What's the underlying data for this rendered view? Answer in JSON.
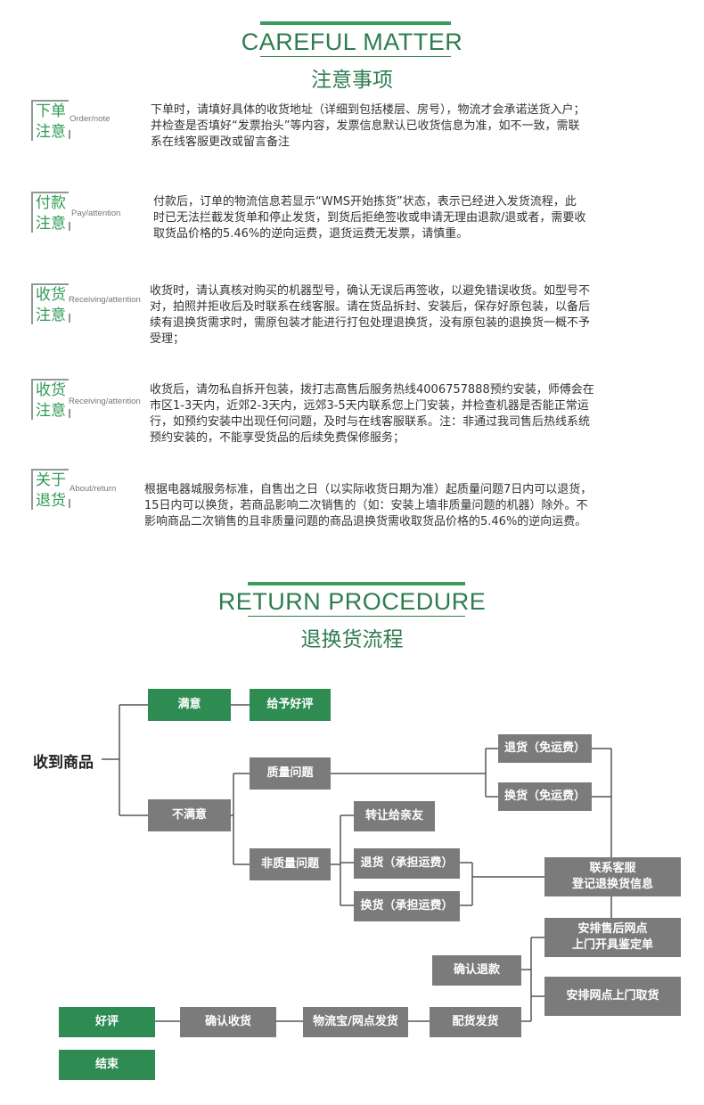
{
  "careful": {
    "title_en": "CAREFUL MATTER",
    "title_zh": "注意事项"
  },
  "notes": [
    {
      "c1": "下单",
      "c2": "注意",
      "en": "Order/note",
      "lines": [
        "下单时，请填好具体的收货地址（详细到包括楼层、房号），物流才会承诺送货入户；",
        "并检查是否填好“发票抬头”等内容，发票信息默认已收货信息为准，如不一致，需联",
        "系在线客服更改或留言备注"
      ]
    },
    {
      "c1": "付款",
      "c2": "注意",
      "en": "Pay/attention",
      "lines": [
        "付款后，订单的物流信息若显示“WMS开始拣货”状态，表示已经进入发货流程，此",
        "时已无法拦截发货单和停止发货，到货后拒绝签收或申请无理由退款/退或者，需要收",
        "取货品价格的5.46%的逆向运费，退货运费无发票，请慎重。"
      ]
    },
    {
      "c1": "收货",
      "c2": "注意",
      "en": "Receiving/attention",
      "lines": [
        "收货时，请认真核对购买的机器型号，确认无误后再签收，以避免错误收货。如型号不",
        "对，拍照并拒收后及时联系在线客服。请在货品拆封、安装后，保存好原包装，以备后",
        "续有退换货需求时，需原包装才能进行打包处理退换货，没有原包装的退换货一概不予",
        "受理；"
      ]
    },
    {
      "c1": "收货",
      "c2": "注意",
      "en": "Receiving/attention",
      "lines": [
        "收货后，请勿私自拆开包装，拨打志高售后服务热线4006757888预约安装，师傅会在",
        "市区1-3天内，近郊2-3天内，远郊3-5天内联系您上门安装，并检查机器是否能正常运",
        "行，如预约安装中出现任何问题，及时与在线客服联系。注：非通过我司售后热线系统",
        "预约安装的，不能享受货品的后续免费保修服务；"
      ]
    },
    {
      "c1": "关于",
      "c2": "退货",
      "en": "About/return",
      "lines": [
        "根据电器城服务标准，自售出之日（以实际收货日期为准）起质量问题7日内可以退货，",
        "15日内可以换货，若商品影响二次销售的（如：安装上墙非质量问题的机器）除外。不",
        "影响商品二次销售的且非质量问题的商品退换货需收取货品价格的5.46%的逆向运费。"
      ]
    }
  ],
  "procedure": {
    "title_en": "RETURN PROCEDURE",
    "title_zh": "退换货流程"
  },
  "flow": {
    "start": "收到商品",
    "satisfied": "满意",
    "good_review": "给予好评",
    "unsatisfied": "不满意",
    "quality_issue": "质量问题",
    "return_free": "退货（免运费）",
    "exchange_free": "换货（免运费）",
    "non_quality_issue": "非质量问题",
    "give_friend": "转让给亲友",
    "return_paid": "退货（承担运费）",
    "exchange_paid": "换货（承担运费）",
    "contact_cs": "联系客服\n登记退换货信息",
    "arrange_service": "安排售后网点\n上门开具鉴定单",
    "confirm_refund": "确认退款",
    "arrange_pickup": "安排网点上门取货",
    "ship_parts": "配货发货",
    "logistics_ship": "物流宝/网点发货",
    "confirm_receipt": "确认收货",
    "final_review": "好评",
    "end": "结束"
  },
  "colors": {
    "green": "#2e8c53",
    "gray": "#7b7b7b",
    "title_green": "#2f7c4f"
  }
}
